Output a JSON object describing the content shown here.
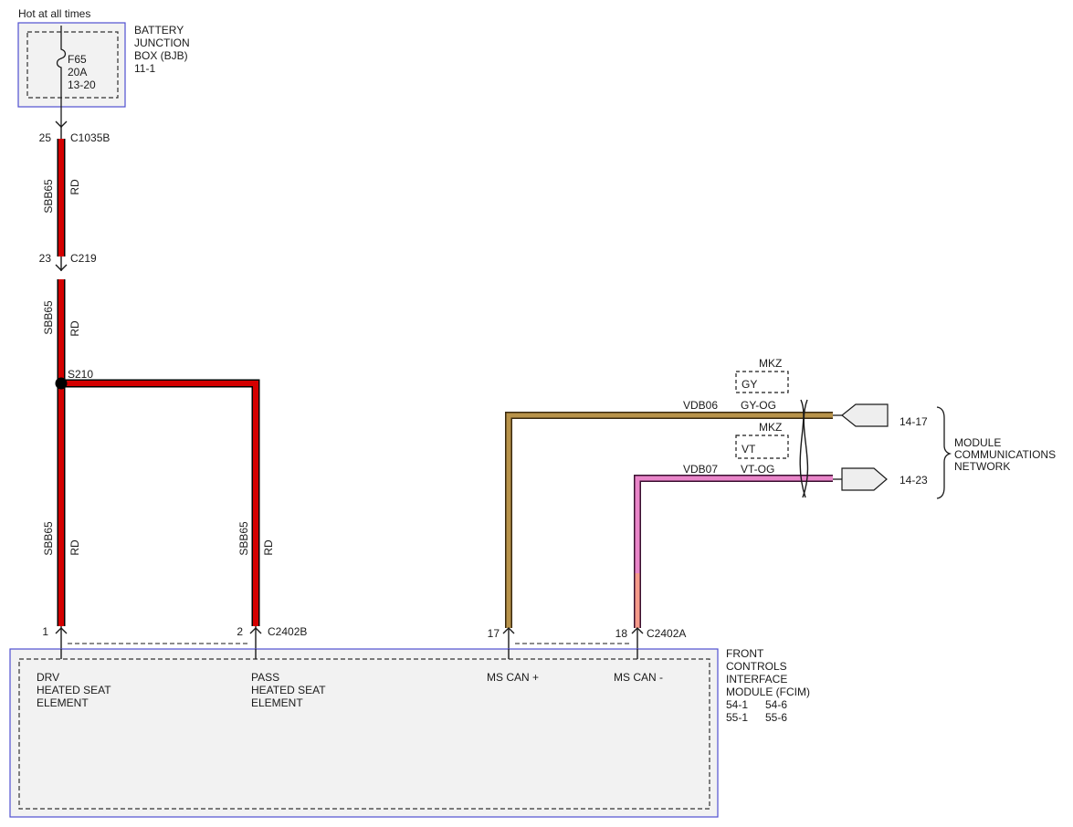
{
  "colors": {
    "box_border": "#4f4fd0",
    "box_fill": "#f2f2f2",
    "wire_red": "#d40000",
    "wire_gy_og": "#b8934a",
    "wire_vt_og": "#e985c9",
    "text": "#1a1a1a"
  },
  "header": {
    "hot_label": "Hot at all times"
  },
  "bjb": {
    "fuse": "F65",
    "amps": "20A",
    "ref": "13-20",
    "title_lines": [
      "BATTERY",
      "JUNCTION",
      "BOX (BJB)"
    ],
    "page_ref": "11-1"
  },
  "connectors": {
    "c1035b": {
      "pin": "25",
      "name": "C1035B"
    },
    "c219": {
      "pin": "23",
      "name": "C219"
    },
    "s210": {
      "name": "S210"
    },
    "c2402b": {
      "pin1": "1",
      "pin2": "2",
      "name": "C2402B"
    },
    "c2402a": {
      "pin17": "17",
      "pin18": "18",
      "name": "C2402A"
    }
  },
  "wires": {
    "circuit": "SBB65",
    "color": "RD",
    "vdb06": {
      "circuit": "VDB06",
      "color": "GY-OG",
      "option_label": "MKZ",
      "option_color": "GY"
    },
    "vdb07": {
      "circuit": "VDB07",
      "color": "VT-OG",
      "option_label": "MKZ",
      "option_color": "VT"
    }
  },
  "network": {
    "ref1": "14-17",
    "ref2": "14-23",
    "label_lines": [
      "MODULE",
      "COMMUNICATIONS",
      "NETWORK"
    ]
  },
  "fcim": {
    "title_lines": [
      "FRONT",
      "CONTROLS",
      "INTERFACE",
      "MODULE (FCIM)"
    ],
    "refs_row1": [
      "54-1",
      "54-6"
    ],
    "refs_row2": [
      "55-1",
      "55-6"
    ],
    "drv_lines": [
      "DRV",
      "HEATED SEAT",
      "ELEMENT"
    ],
    "pass_lines": [
      "PASS",
      "HEATED SEAT",
      "ELEMENT"
    ],
    "ms_can_plus": "MS CAN +",
    "ms_can_minus": "MS CAN -"
  }
}
